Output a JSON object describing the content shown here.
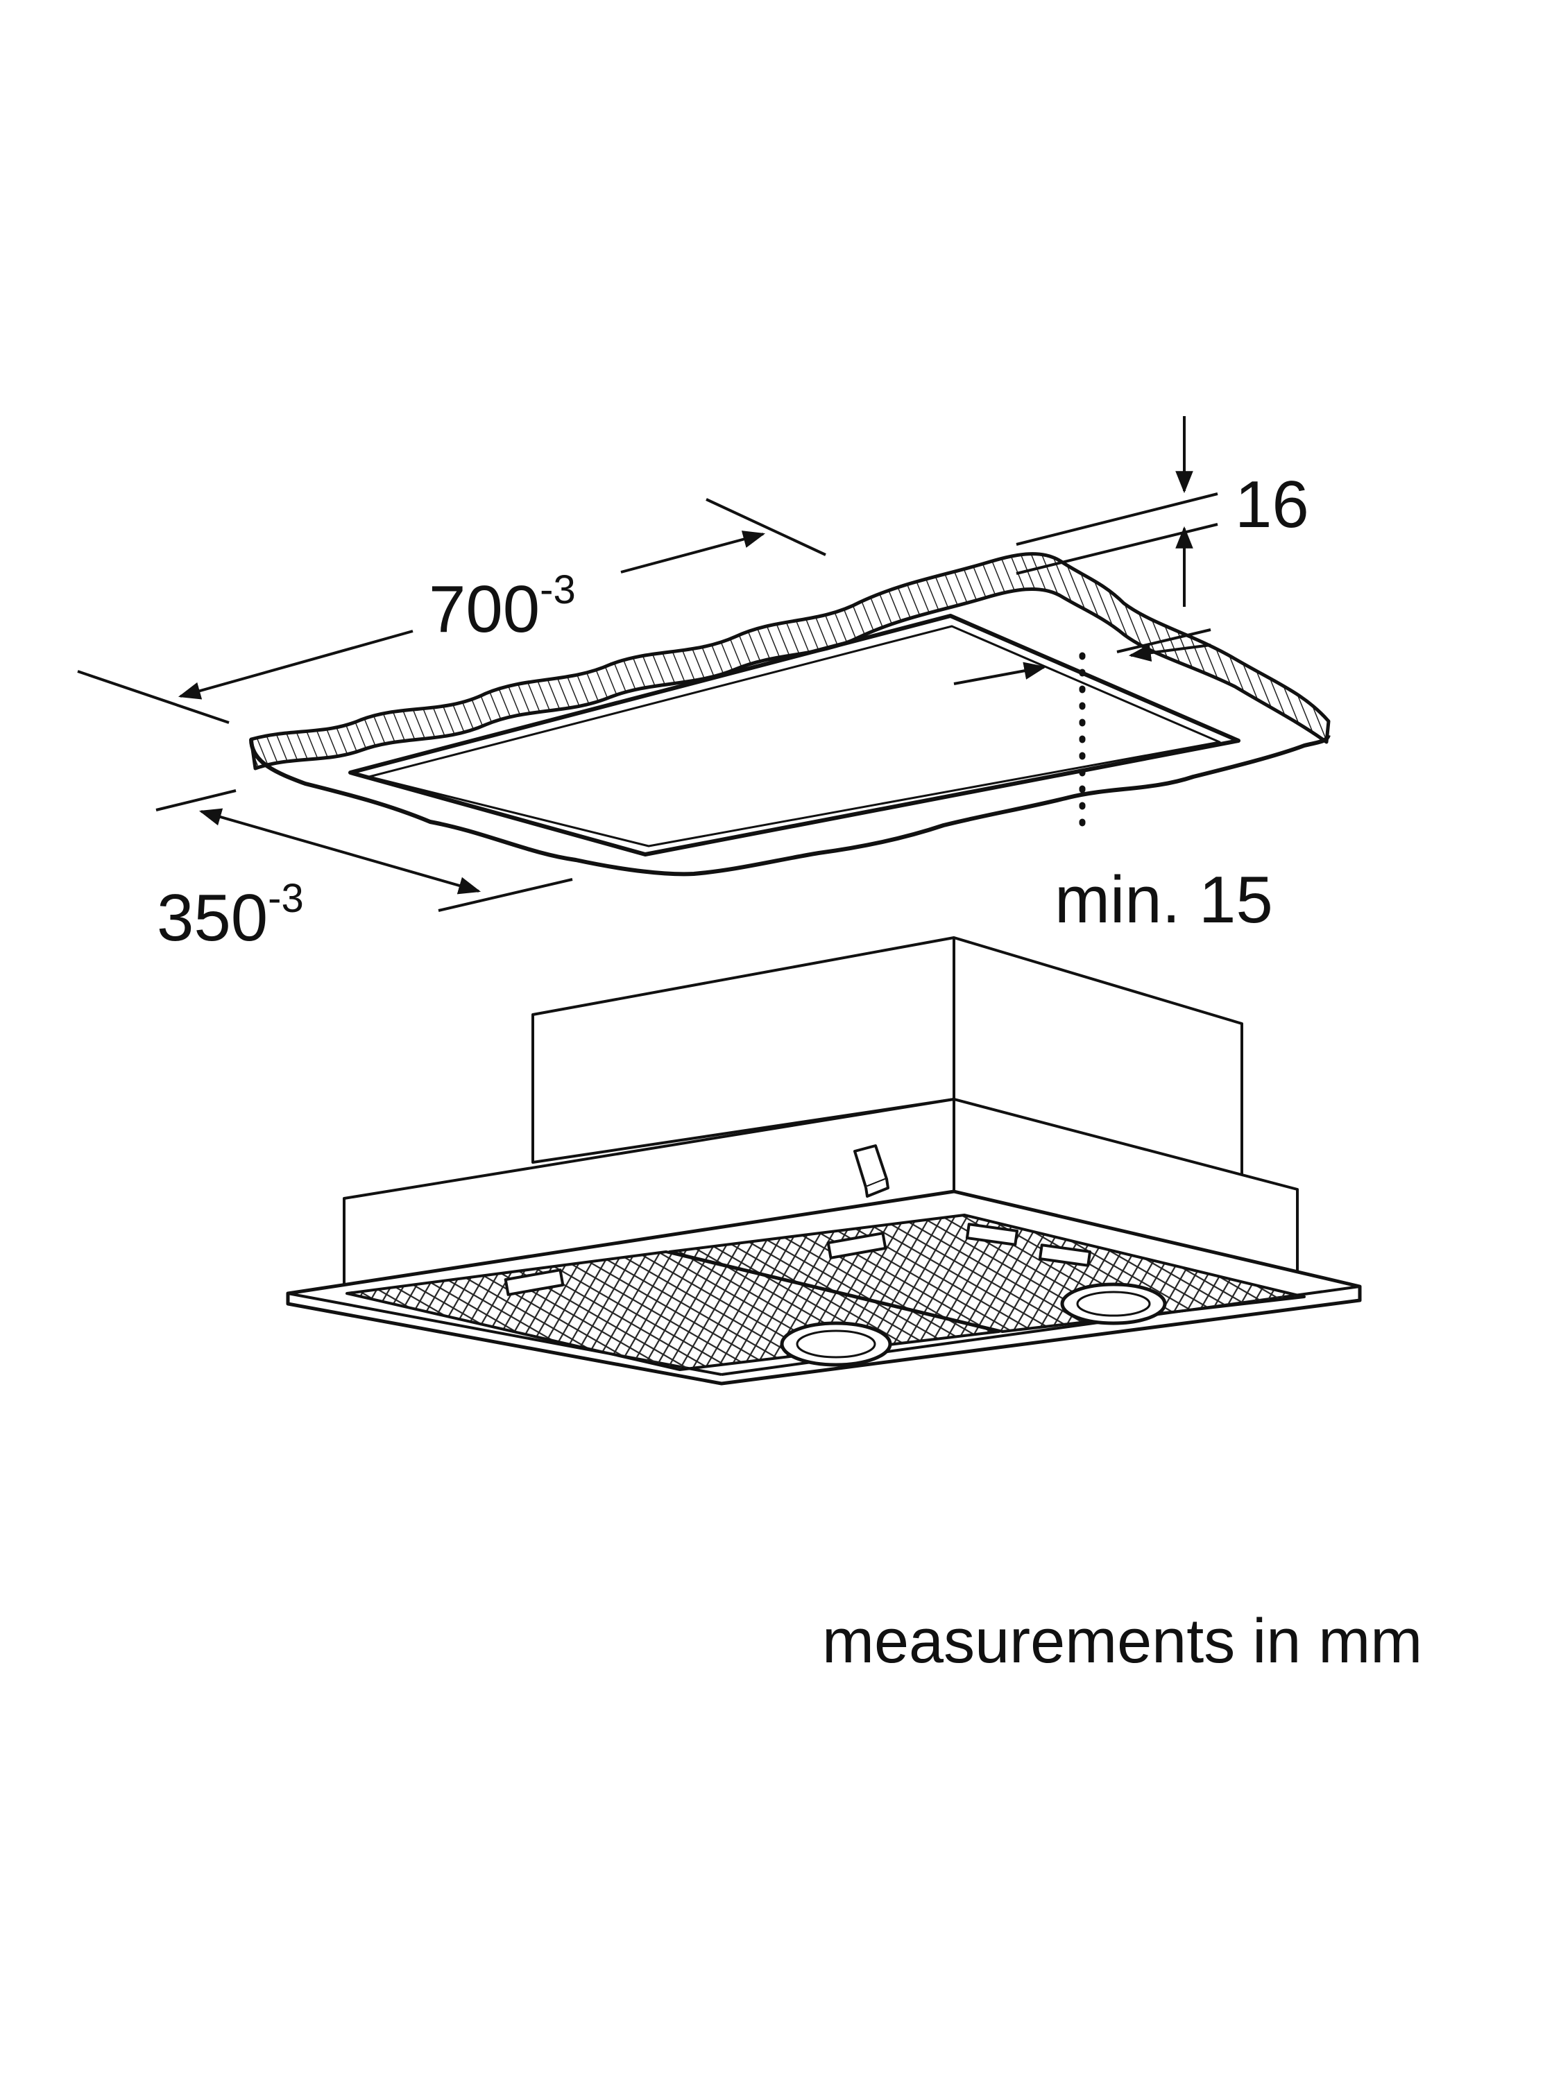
{
  "diagram": {
    "dimensions": {
      "width": {
        "value": "700",
        "tolerance": "-3"
      },
      "depth": {
        "value": "350",
        "tolerance": "-3"
      },
      "panel_thickness": {
        "value": "16"
      },
      "edge_clearance": {
        "value": "min. 15"
      }
    },
    "units_note": "measurements in mm",
    "colors": {
      "line": "#111111",
      "background": "#ffffff"
    }
  }
}
